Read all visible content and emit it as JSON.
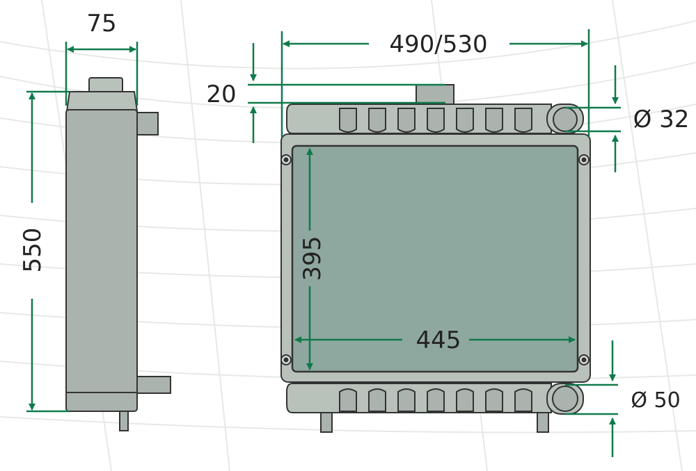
{
  "colors": {
    "dimension_line": "#0f7a4a",
    "body_fill": "#aab3ad",
    "core_fill": "#8fa89f",
    "outline": "#333333",
    "background_lines": "#e4e6e4",
    "text": "#222222"
  },
  "side_view": {
    "width_label": "75",
    "height_label": "550"
  },
  "front_view": {
    "overall_width_label": "490/530",
    "top_offset_label": "20",
    "core_height_label": "395",
    "core_width_label": "445",
    "upper_hose_label": "Ø 32",
    "lower_hose_label": "Ø 50"
  }
}
